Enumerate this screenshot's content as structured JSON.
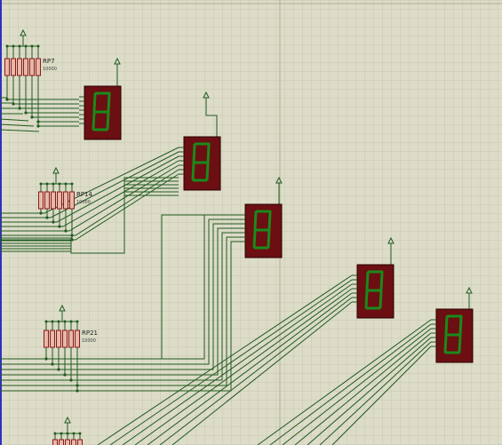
{
  "colors": {
    "background": "#dcdcc8",
    "grid_minor": "#c9c9b0",
    "grid_major": "#b8b89c",
    "wire": "#1f5a1f",
    "display_body": "#6b0f12",
    "segment": "#1a8a1a",
    "resistor_fill": "#e8b8a8",
    "resistor_stroke": "#8a1a1a",
    "left_edge": "#3030c0"
  },
  "icons": {
    "power_terminal": "power-terminal-arrow-icon",
    "resistor_pack": "resistor-array-icon",
    "seven_segment": "seven-segment-display-icon"
  },
  "resistor_packs": [
    {
      "label": "RP7",
      "value": "10000"
    },
    {
      "label": "RP14",
      "value": "10000"
    },
    {
      "label": "RP21",
      "value": "10000"
    },
    {
      "label": "",
      "value": ""
    }
  ],
  "displays": [
    {
      "shown_digit": "8"
    },
    {
      "shown_digit": "8"
    },
    {
      "shown_digit": "8"
    },
    {
      "shown_digit": "8"
    },
    {
      "shown_digit": "8"
    }
  ]
}
